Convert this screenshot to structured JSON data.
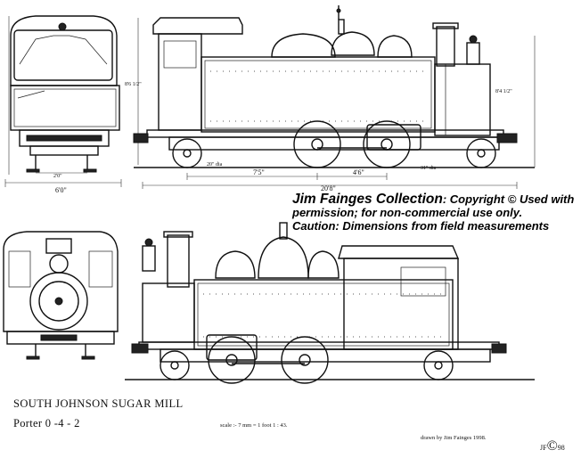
{
  "copyright": {
    "name": "Jim Fainges Collection",
    "line1_rest": ": Copyright © Used with",
    "line2": "permission; for non-commercial use only.",
    "line3": "Caution: Dimensions from field measurements"
  },
  "caption": {
    "title": "SOUTH  JOHNSON SUGAR  MILL",
    "type": "Porter  0 -4 - 2"
  },
  "scale_note": "scale :- 7 mm = 1 foot  1 : 43.",
  "drawn_by": "drawn by Jim Fainges 1998.",
  "signature": {
    "initials": "JF",
    "symbol": "©",
    "year": "98"
  },
  "dimensions": {
    "front_height": "8'6 1/2\"",
    "front_gauge": "2'0\"",
    "front_width": "6'0\"",
    "side_height": "8'4 1/2\"",
    "wheel_dia_left": "20\" dia",
    "wheel_dia_right": "31\" dia",
    "wheelbase_a": "7'5\"",
    "wheelbase_b": "4'6\"",
    "overall_length": "20'8\""
  },
  "colors": {
    "ink": "#111111",
    "paper": "#ffffff"
  }
}
